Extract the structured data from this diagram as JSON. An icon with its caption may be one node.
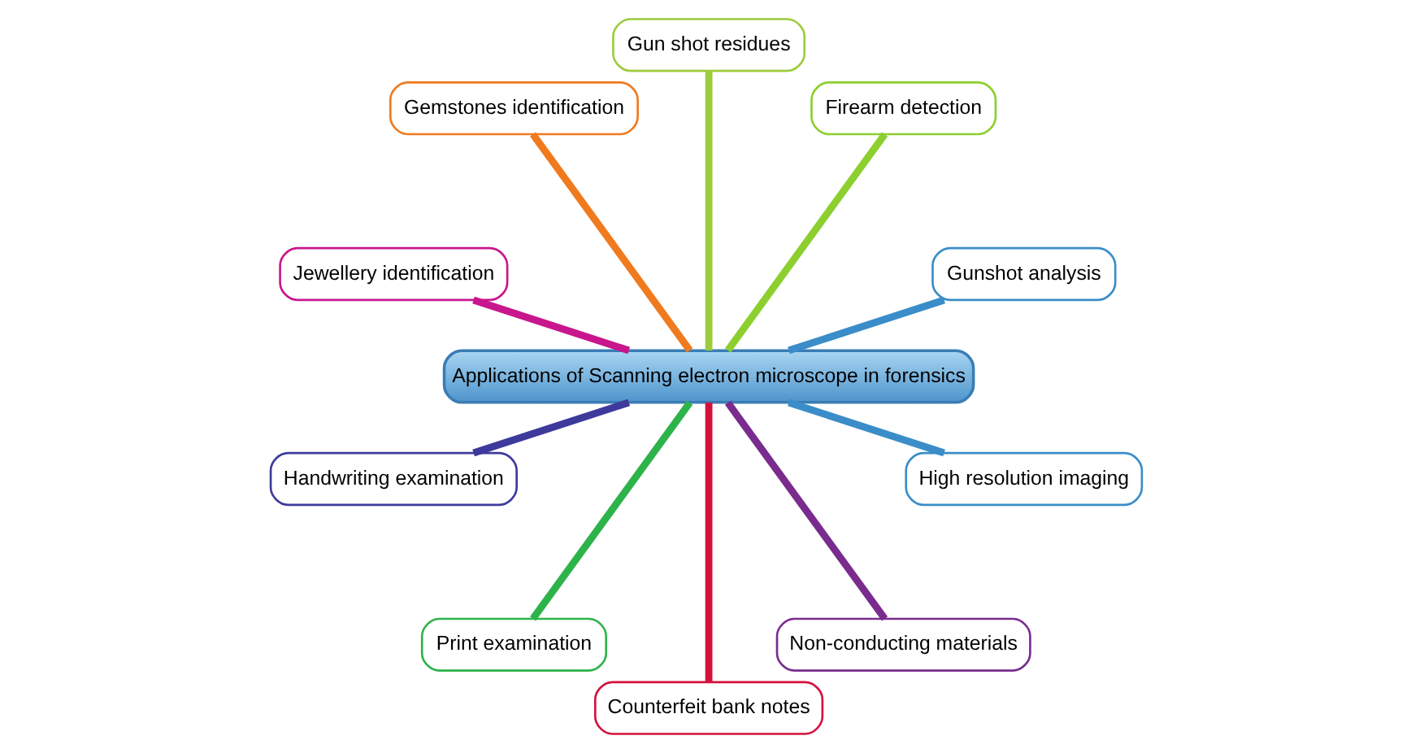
{
  "diagram": {
    "nodes": [
      {
        "text": [
          "Applications of Scanning electron microscope in forensics"
        ]
      },
      {
        "text": [
          "Gunshot analysis"
        ]
      },
      {
        "text": [
          "Firearm detection"
        ]
      },
      {
        "text": [
          "Gun shot residues"
        ]
      },
      {
        "text": [
          "Gemstones identification"
        ]
      },
      {
        "text": [
          "Jewellery identification"
        ]
      },
      {
        "text": [
          "Handwriting examination"
        ]
      },
      {
        "text": [
          "Print examination"
        ]
      },
      {
        "text": [
          "Counterfeit bank notes"
        ]
      },
      {
        "text": [
          "Non-conducting materials"
        ]
      },
      {
        "text": [
          "High resolution imaging"
        ]
      }
    ],
    "edges": [
      {
        "from": 0,
        "to": 1,
        "arrow": "none",
        "color": "#3a8dc8"
      },
      {
        "from": 0,
        "to": 2,
        "arrow": "none",
        "color": "#8ccf2e"
      },
      {
        "from": 0,
        "to": 3,
        "arrow": "none",
        "color": "#9ccc3c"
      },
      {
        "from": 0,
        "to": 4,
        "arrow": "none",
        "color": "#f07a1e"
      },
      {
        "from": 0,
        "to": 5,
        "arrow": "none",
        "color": "#c8168c"
      },
      {
        "from": 0,
        "to": 6,
        "arrow": "none",
        "color": "#3d3a9c"
      },
      {
        "from": 0,
        "to": 7,
        "arrow": "none",
        "color": "#2eb34a"
      },
      {
        "from": 0,
        "to": 8,
        "arrow": "none",
        "color": "#d3123c"
      },
      {
        "from": 0,
        "to": 9,
        "arrow": "none",
        "color": "#7a2c8e"
      },
      {
        "from": 0,
        "to": 10,
        "arrow": "none",
        "color": "#3a8dc8"
      }
    ]
  }
}
